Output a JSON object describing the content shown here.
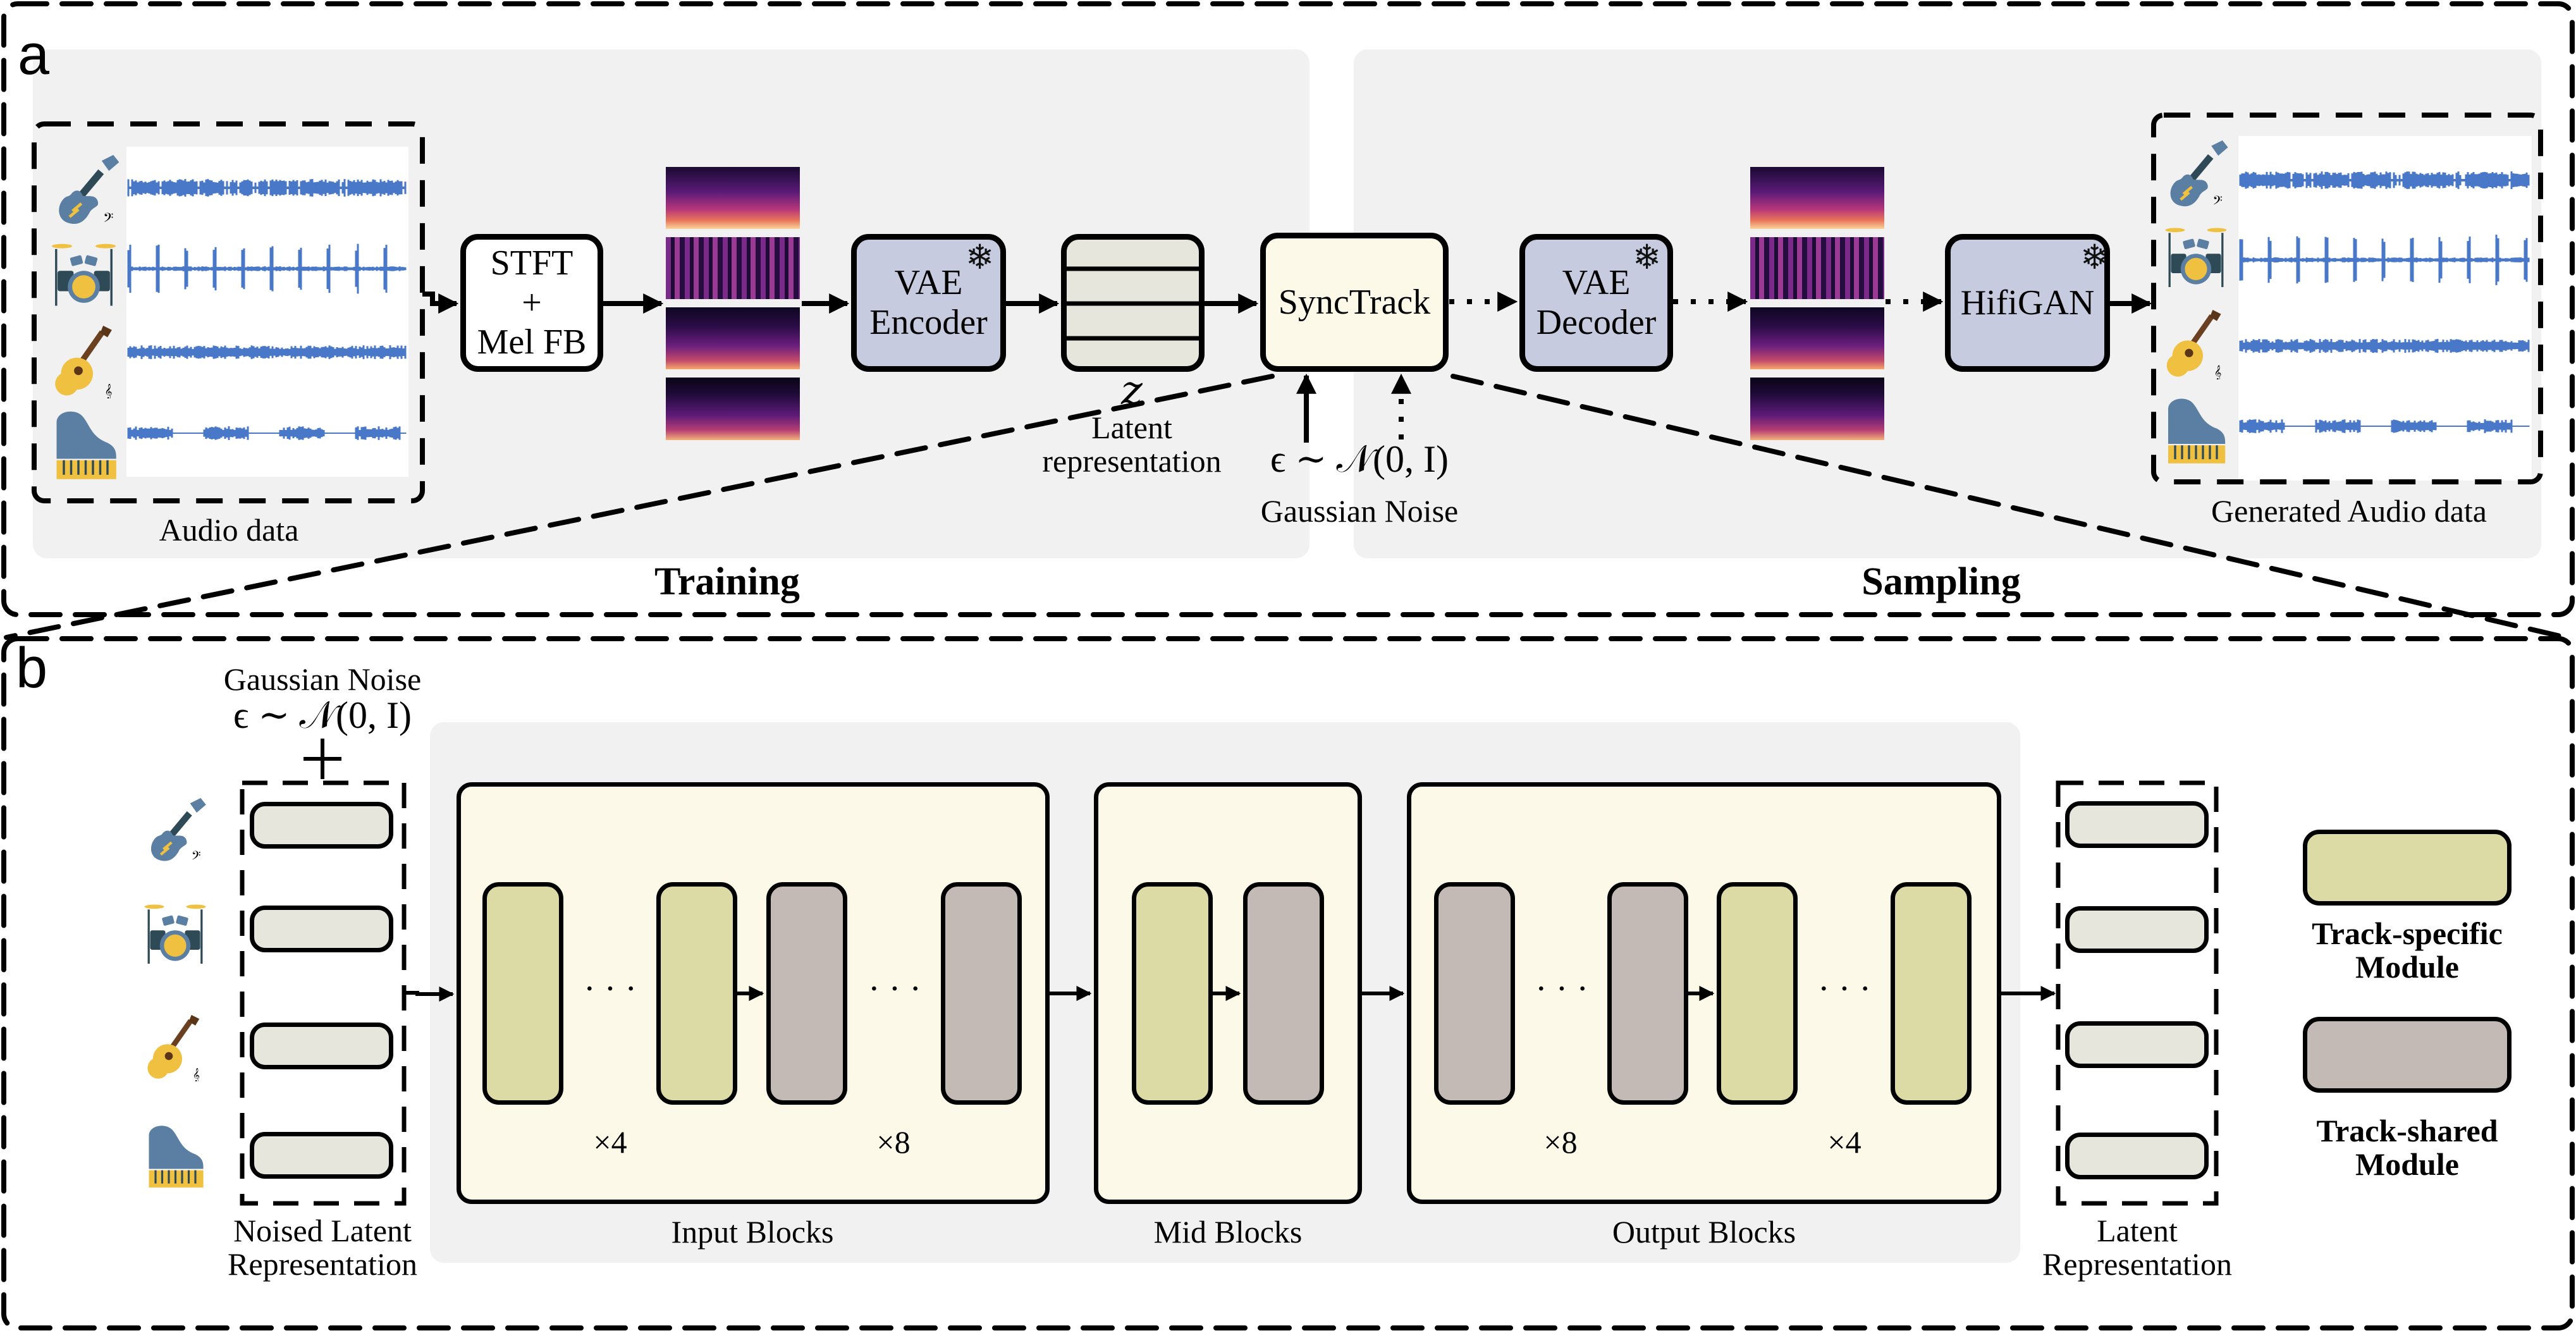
{
  "figure": {
    "panel_a_letter": "a",
    "panel_b_letter": "b"
  },
  "colors": {
    "panel_gray": "#f1f1f1",
    "vae_blue": "#c6cbdf",
    "synctrack_cream": "#fcf9e8",
    "latent_gray": "#e6e6dc",
    "track_specific": "#dcdaa5",
    "track_shared": "#c3bab6",
    "block_container": "#fcf9e8",
    "waveform_blue": "#4a78c8",
    "icon_blue": "#5a7fa3",
    "icon_yellow": "#f0c040",
    "icon_dark": "#2f4a57"
  },
  "panel_a": {
    "training_label": "Training",
    "sampling_label": "Sampling",
    "audio_data_label": "Audio data",
    "generated_audio_label": "Generated Audio data",
    "stft_box": {
      "line1": "STFT",
      "line2": "+",
      "line3": "Mel FB"
    },
    "vae_encoder": {
      "line1": "VAE",
      "line2": "Encoder",
      "frozen_icon": "snowflake-icon"
    },
    "latent": {
      "symbol": "z",
      "label_line1": "Latent",
      "label_line2": "representation"
    },
    "synctrack": {
      "label": "SyncTrack"
    },
    "noise": {
      "formula": "ϵ ∼ 𝒩(0, I)",
      "label": "Gaussian Noise"
    },
    "vae_decoder": {
      "line1": "VAE",
      "line2": "Decoder",
      "frozen_icon": "snowflake-icon"
    },
    "hifigan": {
      "label": "HifiGAN",
      "frozen_icon": "snowflake-icon"
    },
    "instruments": [
      "bass",
      "drums",
      "guitar",
      "piano"
    ]
  },
  "panel_b": {
    "noise_label": "Gaussian Noise",
    "noise_formula": "ϵ ∼ 𝒩(0, I)",
    "plus_symbol": "+",
    "noised_latent_label_line1": "Noised Latent",
    "noised_latent_label_line2": "Representation",
    "latent_label_line1": "Latent",
    "latent_label_line2": "Representation",
    "input_blocks": {
      "label": "Input Blocks",
      "mult_specific": "×4",
      "mult_shared": "×8",
      "dots": "· · ·"
    },
    "mid_blocks": {
      "label": "Mid Blocks"
    },
    "output_blocks": {
      "label": "Output Blocks",
      "mult_shared": "×8",
      "mult_specific": "×4",
      "dots": "· · ·"
    },
    "legend": {
      "track_specific_line1": "Track-specific",
      "track_specific_line2": "Module",
      "track_shared_line1": "Track-shared",
      "track_shared_line2": "Module"
    },
    "instruments": [
      "bass",
      "drums",
      "guitar",
      "piano"
    ]
  }
}
